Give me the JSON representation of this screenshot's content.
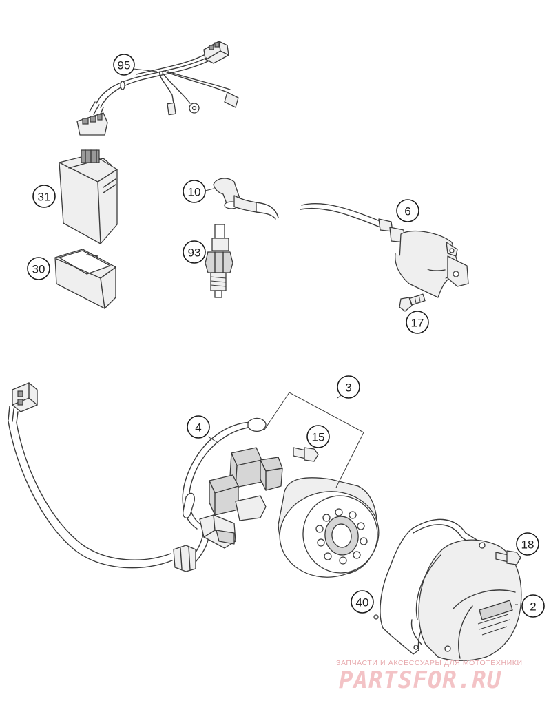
{
  "callouts": {
    "p95": "95",
    "p31": "31",
    "p30": "30",
    "p10": "10",
    "p93": "93",
    "p6": "6",
    "p17": "17",
    "p3": "3",
    "p4": "4",
    "p15": "15",
    "p18": "18",
    "p40": "40",
    "p2": "2"
  },
  "watermark": {
    "tagline": "ЗАПЧАСТИ И АКСЕССУАРЫ ДЛЯ МОТОТЕХНИКИ",
    "logo": "PARTSFOR.RU"
  }
}
